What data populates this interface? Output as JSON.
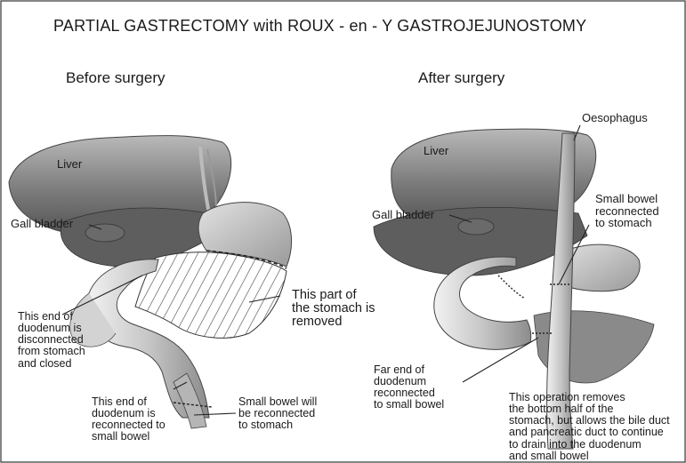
{
  "title": "PARTIAL GASTRECTOMY with ROUX - en - Y GASTROJEJUNOSTOMY",
  "panels": {
    "before": {
      "heading": "Before surgery",
      "labels": {
        "liver": "Liver",
        "gall_bladder": "Gall bladder",
        "duodenum_closed": [
          "This end of",
          "duodenum is",
          "disconnected",
          "from stomach",
          "and closed"
        ],
        "stomach_removed": [
          "This part of",
          "the stomach is",
          "removed"
        ],
        "duodenum_reconnected": [
          "This end of",
          "duodenum is",
          "reconnected to",
          "small bowel"
        ],
        "small_bowel_reconnect": [
          "Small bowel will",
          "be reconnected",
          "to stomach"
        ]
      }
    },
    "after": {
      "heading": "After surgery",
      "labels": {
        "liver": "Liver",
        "gall_bladder": "Gall bladder",
        "oesophagus": "Oesophagus",
        "small_bowel_stomach": [
          "Small bowel",
          "reconnected",
          "to stomach"
        ],
        "far_end": [
          "Far end of",
          "duodenum",
          "reconnected",
          "to small bowel"
        ],
        "operation_note": [
          "This operation removes",
          "the bottom half of the",
          "stomach, but allows the bile duct",
          "and pancreatic duct to continue",
          " to drain into the duodenum",
          "and small bowel"
        ]
      }
    }
  }
}
